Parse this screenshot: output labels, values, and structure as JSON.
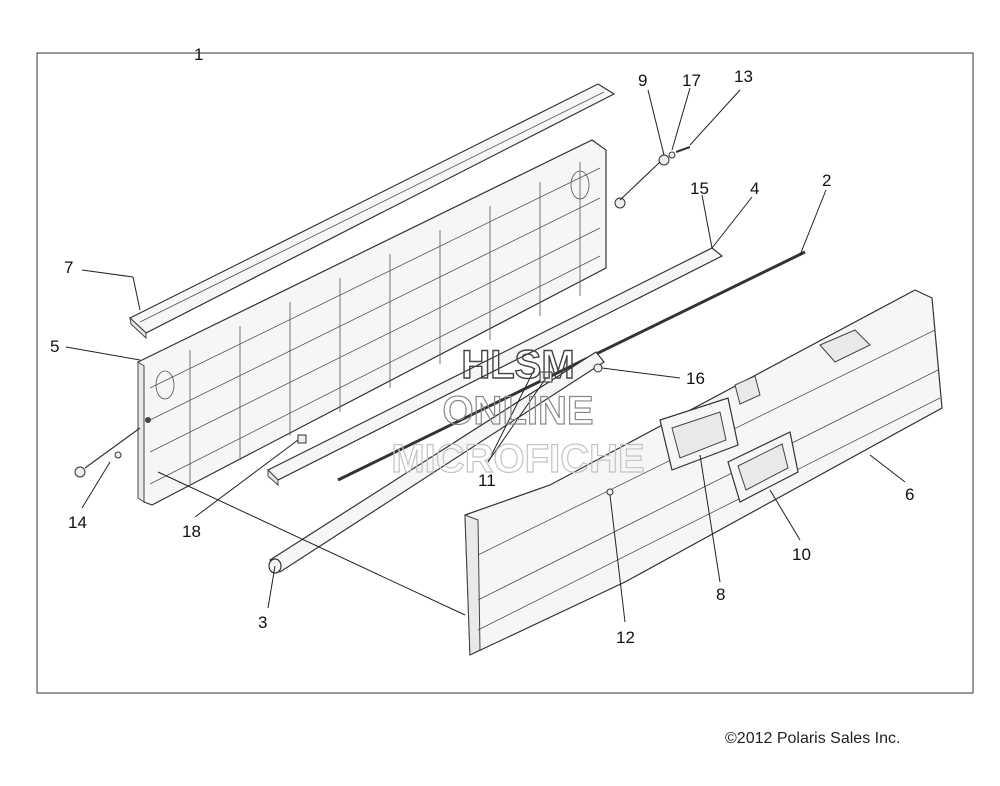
{
  "diagram": {
    "callouts": {
      "c1": "1",
      "c2": "2",
      "c3": "3",
      "c4": "4",
      "c5": "5",
      "c6": "6",
      "c7": "7",
      "c8": "8",
      "c9": "9",
      "c10": "10",
      "c11": "11",
      "c12": "12",
      "c13": "13",
      "c14": "14",
      "c15": "15",
      "c16": "16",
      "c17": "17",
      "c18": "18"
    },
    "watermark": {
      "line1": "HLSM",
      "line2": "ONLINE",
      "line3": "MICROFICHE"
    },
    "copyright": "©2012 Polaris Sales Inc."
  },
  "colors": {
    "line": "#222222",
    "part_fill": "#f6f6f6",
    "background": "#ffffff"
  }
}
